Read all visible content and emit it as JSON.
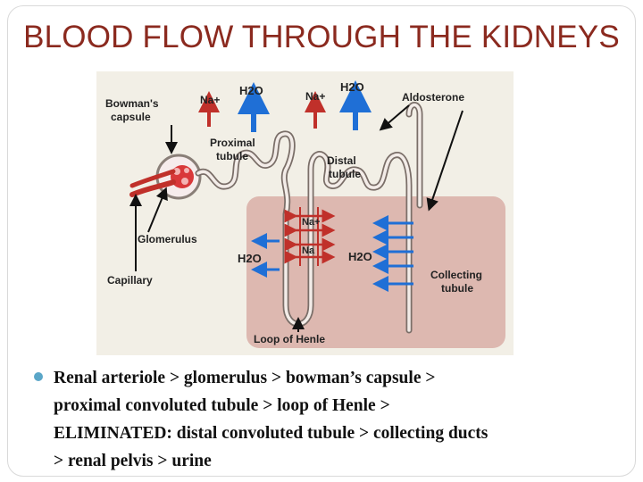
{
  "title": "BLOOD FLOW THROUGH THE KIDNEYS",
  "diagram": {
    "labels": {
      "bowmans_capsule": [
        "Bowman's",
        "capsule"
      ],
      "proximal_tubule": [
        "Proximal",
        "tubule"
      ],
      "distal_tubule": [
        "Distal",
        "tubule"
      ],
      "aldosterone": "Aldosterone",
      "glomerulus": "Glomerulus",
      "capillary": "Capillary",
      "collecting_tubule": [
        "Collecting",
        "tubule"
      ],
      "loop_of_henle": "Loop of Henle",
      "na_plus": "Na+",
      "na": "Na",
      "h2o": "H2O"
    },
    "colors": {
      "panel": "#f2efe6",
      "medulla": "#ddb8b0",
      "sodium_arrow": "#c0302a",
      "water_arrow": "#1f6fd6",
      "tubule": "#7a6e68"
    }
  },
  "bullet": {
    "lines": [
      "Renal arteriole > glomerulus > bowman’s capsule >",
      "proximal convoluted tubule > loop of Henle >",
      "ELIMINATED: distal convoluted tubule > collecting ducts",
      "> renal pelvis > urine"
    ]
  }
}
